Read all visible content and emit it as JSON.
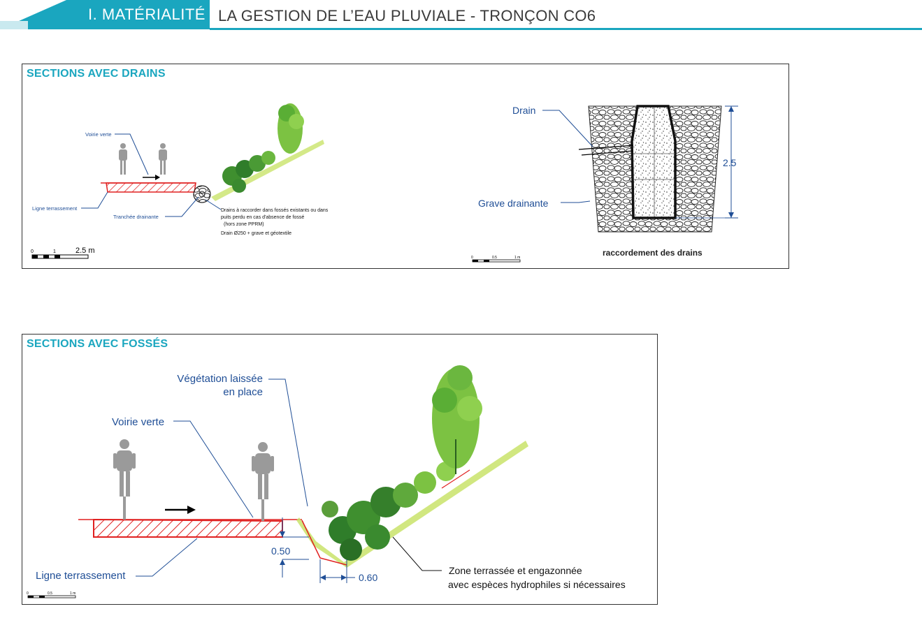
{
  "header": {
    "section": "I. MATÉRIALITÉ",
    "title": "LA GESTION DE L’EAU PLUVIALE - TRONÇON CO6"
  },
  "panel_drains": {
    "title": "SECTIONS AVEC DRAINS",
    "labels": {
      "voirie_verte": "Voirie verte",
      "ligne_terrassement": "Ligne terrassement",
      "tranchee_drainante": "Tranchée drainante",
      "drains_note_1": "Drains à raccorder dans fossés existants ou  dans",
      "drains_note_2": "puits perdu en cas d'absence de fossé",
      "drains_note_3": "(hors zone PPRM)",
      "drain_spec": "Drain Ø250 + grave et géotextile"
    },
    "scale": {
      "zero": "0",
      "one": "1",
      "end": "2.5 m"
    },
    "detail": {
      "drain": "Drain",
      "grave": "Grave drainante",
      "dimension": "2.5",
      "caption": "raccordement des drains",
      "scale_zero": "0",
      "scale_mid": "0.5",
      "scale_end": "1 m"
    }
  },
  "panel_fosses": {
    "title": "SECTIONS AVEC FOSSÉS",
    "labels": {
      "vegetation_1": "Végétation laissée",
      "vegetation_2": "en place",
      "voirie_verte": "Voirie verte",
      "ligne_terrassement": "Ligne terrassement",
      "dim_depth": "0.50",
      "dim_width": "0.60",
      "zone_1": "Zone terrassée et engazonnée",
      "zone_2": "avec espèces hydrophiles si nécessaires"
    },
    "scale": {
      "zero": "0",
      "mid": "0.5",
      "end": "1 m"
    }
  },
  "colors": {
    "accent": "#1aa6bf",
    "label_blue": "#1f4e96",
    "hatch_red": "#e02020",
    "figure_grey": "#9a9a9a",
    "foliage_green": "#3f8f2f"
  }
}
